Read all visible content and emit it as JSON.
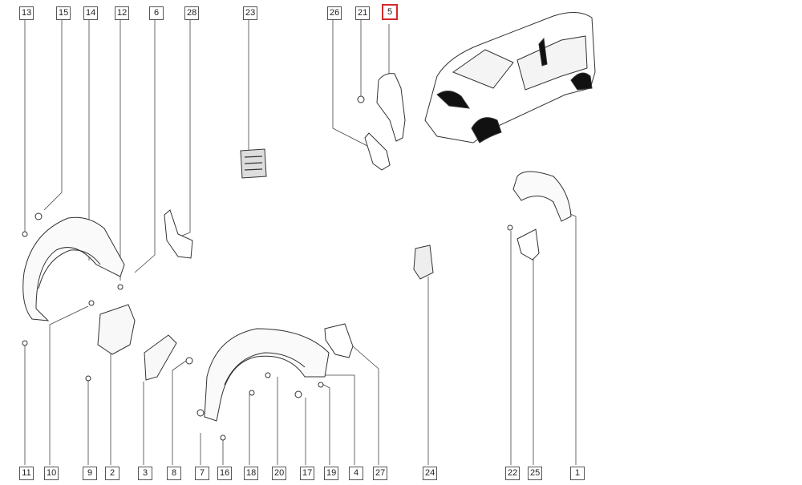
{
  "diagram": {
    "highlight_color": "#d42a2a",
    "line_color": "#444444",
    "part_outline_color": "#333333",
    "callouts_top": [
      {
        "id": "13",
        "label": "13"
      },
      {
        "id": "15",
        "label": "15"
      },
      {
        "id": "14",
        "label": "14"
      },
      {
        "id": "12",
        "label": "12"
      },
      {
        "id": "6",
        "label": "6"
      },
      {
        "id": "28",
        "label": "28"
      },
      {
        "id": "23",
        "label": "23"
      },
      {
        "id": "26",
        "label": "26"
      },
      {
        "id": "21",
        "label": "21"
      },
      {
        "id": "5",
        "label": "5",
        "selected": true
      }
    ],
    "callouts_bottom": [
      {
        "id": "11",
        "label": "11"
      },
      {
        "id": "10",
        "label": "10"
      },
      {
        "id": "9",
        "label": "9"
      },
      {
        "id": "2",
        "label": "2"
      },
      {
        "id": "3",
        "label": "3"
      },
      {
        "id": "8",
        "label": "8"
      },
      {
        "id": "7",
        "label": "7"
      },
      {
        "id": "16",
        "label": "16"
      },
      {
        "id": "18",
        "label": "18"
      },
      {
        "id": "20",
        "label": "20"
      },
      {
        "id": "17",
        "label": "17"
      },
      {
        "id": "19",
        "label": "19"
      },
      {
        "id": "4",
        "label": "4"
      },
      {
        "id": "27",
        "label": "27"
      },
      {
        "id": "24",
        "label": "24"
      },
      {
        "id": "22",
        "label": "22"
      },
      {
        "id": "25",
        "label": "25"
      },
      {
        "id": "1",
        "label": "1"
      }
    ],
    "parts": [
      {
        "name": "vehicle-overview-icon"
      },
      {
        "name": "front-wheel-arch-liner-left"
      },
      {
        "name": "front-wheel-arch-liner-right"
      },
      {
        "name": "rear-wheel-arch-liner"
      },
      {
        "name": "mud-flap-front"
      },
      {
        "name": "mud-flap-rear"
      },
      {
        "name": "air-vent-grille"
      },
      {
        "name": "fender-bracket"
      },
      {
        "name": "side-bracket"
      },
      {
        "name": "clip-fasteners"
      }
    ]
  }
}
